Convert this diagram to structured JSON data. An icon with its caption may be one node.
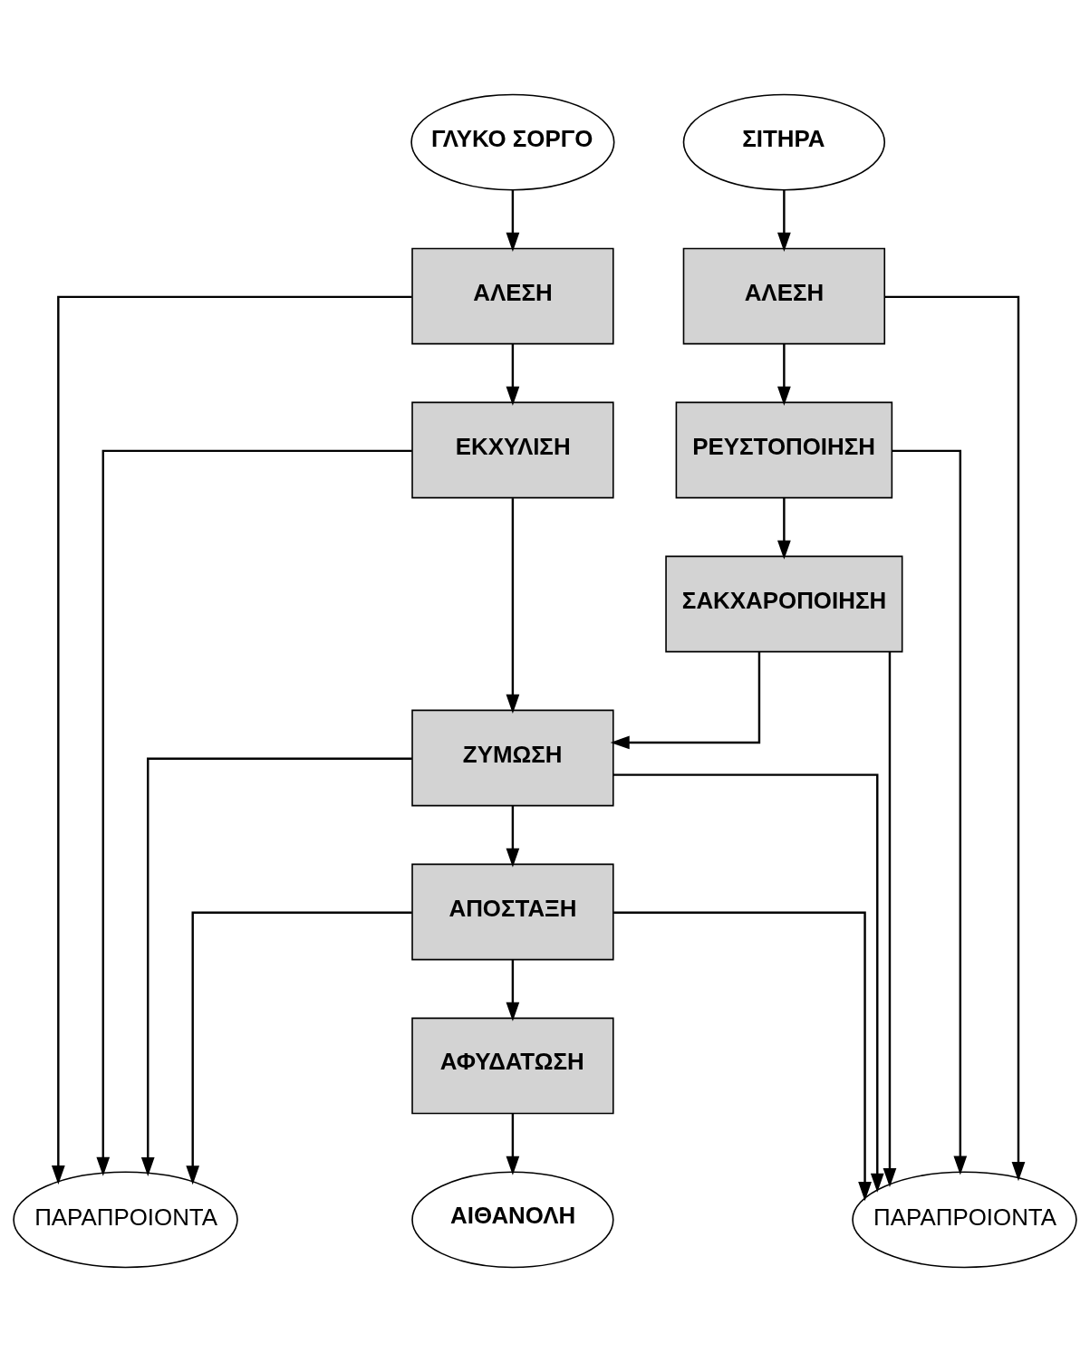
{
  "diagram": {
    "nodes": [
      {
        "text": [
          "ΓΛΥΚΟ ΣΟΡΓΟ"
        ]
      },
      {
        "text": [
          "ΣΙΤΗΡΑ"
        ]
      },
      {
        "text": [
          "ΑΛΕΣΗ"
        ]
      },
      {
        "text": [
          "ΑΛΕΣΗ"
        ]
      },
      {
        "text": [
          "ΕΚΧΥΛΙΣΗ"
        ]
      },
      {
        "text": [
          "ΡΕΥΣΤΟΠΟΙΗΣΗ"
        ]
      },
      {
        "text": [
          "ΣΑΚΧΑΡΟΠΟΙΗΣΗ"
        ]
      },
      {
        "text": [
          "ΖΥΜΩΣΗ"
        ]
      },
      {
        "text": [
          "ΑΠΟΣΤΑΞΗ"
        ]
      },
      {
        "text": [
          "ΑΦΥΔΑΤΩΣΗ"
        ]
      },
      {
        "text": [
          "ΠΑΡΑΠΡΟΙΟΝΤΑ"
        ]
      },
      {
        "text": [
          "ΑΙΘΑΝΟΛΗ"
        ]
      },
      {
        "text": [
          "ΠΑΡΑΠΡΟΙΟΝΤΑ"
        ]
      }
    ],
    "edges": [
      {
        "from": 0,
        "to": 2,
        "arrow": "to"
      },
      {
        "from": 1,
        "to": 3,
        "arrow": "to"
      },
      {
        "from": 2,
        "to": 10,
        "arrow": "to"
      },
      {
        "from": 3,
        "to": 12,
        "arrow": "to"
      },
      {
        "from": 2,
        "to": 4,
        "arrow": "to"
      },
      {
        "from": 3,
        "to": 5,
        "arrow": "to"
      },
      {
        "from": 4,
        "to": 10,
        "arrow": "to"
      },
      {
        "from": 5,
        "to": 12,
        "arrow": "to"
      },
      {
        "from": 5,
        "to": 6,
        "arrow": "to"
      },
      {
        "from": 6,
        "to": 12,
        "arrow": "to"
      },
      {
        "from": 4,
        "to": 7,
        "arrow": "to"
      },
      {
        "from": 6,
        "to": 7,
        "arrow": "to"
      },
      {
        "from": 7,
        "to": 10,
        "arrow": "to"
      },
      {
        "from": 7,
        "to": 12,
        "arrow": "to"
      },
      {
        "from": 7,
        "to": 8,
        "arrow": "to"
      },
      {
        "from": 8,
        "to": 10,
        "arrow": "to"
      },
      {
        "from": 8,
        "to": 12,
        "arrow": "to"
      },
      {
        "from": 8,
        "to": 9,
        "arrow": "to"
      },
      {
        "from": 9,
        "to": 11,
        "arrow": "to"
      }
    ]
  }
}
